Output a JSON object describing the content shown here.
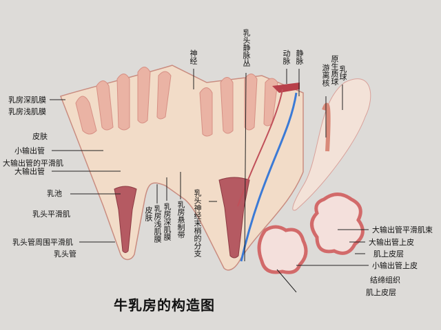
{
  "title": "牛乳房的构造图",
  "left_labels": [
    "乳房深肌膜",
    "乳房浅肌膜",
    "皮肤",
    "小输出管",
    "大输出管的平滑肌",
    "大输出管",
    "乳池",
    "乳头平滑肌",
    "乳头管周围平滑肌",
    "乳头管"
  ],
  "top_labels": [
    "神经",
    "乳头静脉丛",
    "动脉",
    "静脉",
    "原生质球",
    "游离核",
    "乳球"
  ],
  "bottom_labels": [
    "皮肤",
    "乳房浅肌膜",
    "乳房深肌膜",
    "乳房悬制带",
    "乳头神经末梢的分支"
  ],
  "right_labels": [
    "大输出管平滑肌束",
    "大输出管上皮",
    "肌上皮层",
    "小输出管上皮",
    "结缔组织",
    "肌上皮层"
  ]
}
